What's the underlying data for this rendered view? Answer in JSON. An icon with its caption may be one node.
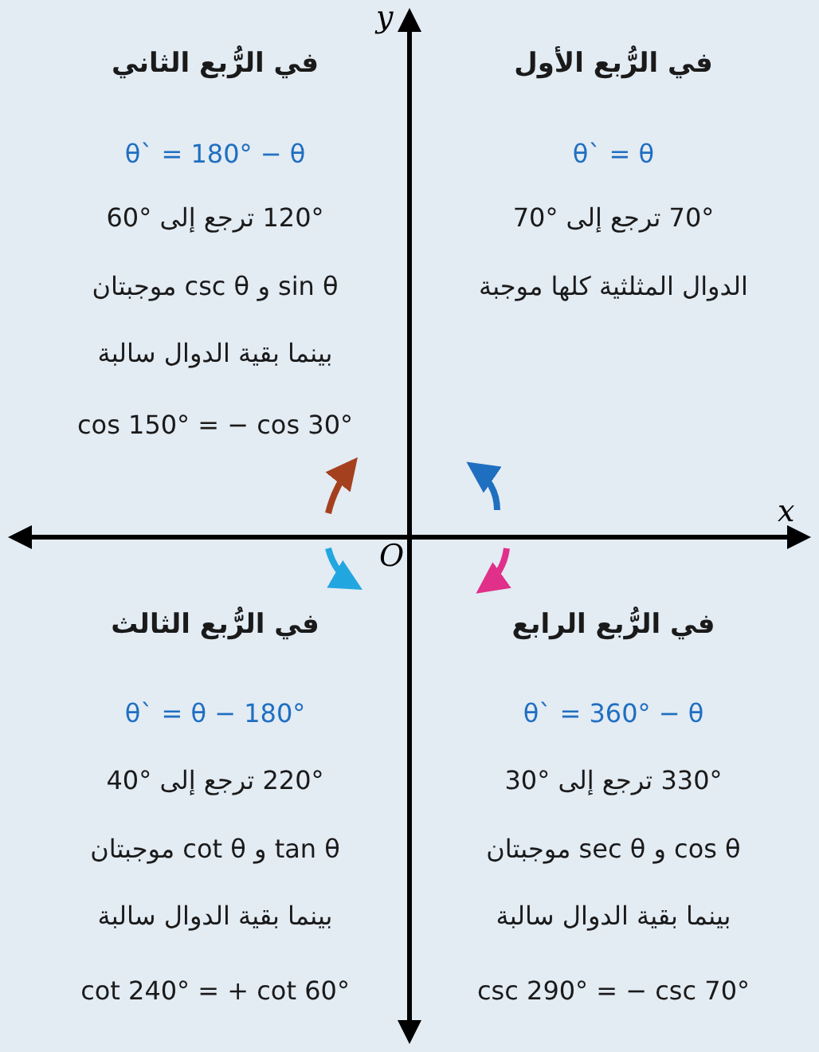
{
  "diagram": {
    "labels": [
      "y",
      "x",
      "O",
      "في الرُّبع الأول",
      "θ` = θ",
      "70° ترجع إلى 70°",
      "الدوال المثلثية كلها موجبة",
      "في الرُّبع الثاني",
      "θ` = 180° − θ",
      "120° ترجع إلى 60°",
      "sin θ و csc θ موجبتان",
      "بينما بقية الدوال سالبة",
      "cos 150° = − cos 30°",
      "في الرُّبع الثالث",
      "θ` = θ − 180°",
      "220° ترجع إلى 40°",
      "tan θ و cot θ موجبتان",
      "بينما بقية الدوال سالبة",
      "cot 240° = + cot 60°",
      "في الرُّبع الرابع",
      "θ` = 360° − θ",
      "330° ترجع إلى 30°",
      "cos θ و sec θ موجبتان",
      "بينما بقية الدوال سالبة",
      "csc 290° = − csc 70°"
    ]
  }
}
